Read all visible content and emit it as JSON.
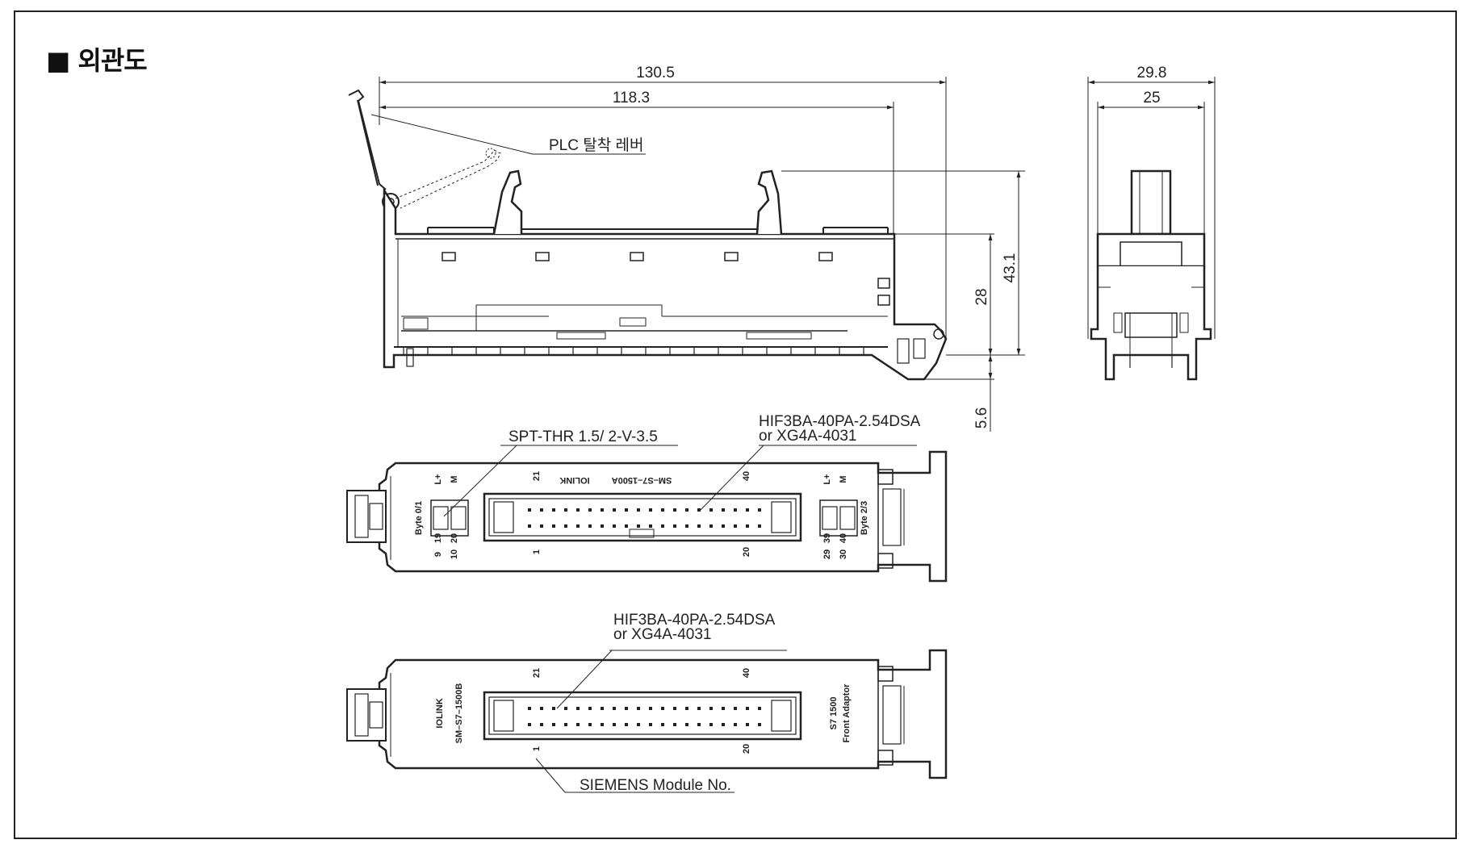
{
  "title": "■ 외관도",
  "side_view": {
    "dim_overall_length": "130.5",
    "dim_body_length": "118.3",
    "dim_height_total": "43.1",
    "dim_height_body": "28",
    "dim_bottom_offset": "5.6",
    "label_lever": "PLC 탈착 레버"
  },
  "end_view": {
    "dim_outer_width": "29.8",
    "dim_inner_width": "25"
  },
  "top_view_a": {
    "label_terminal": "SPT-THR 1.5/ 2-V-3.5",
    "label_connector_line1": "HIF3BA-40PA-2.54DSA",
    "label_connector_line2": "or XG4A-4031",
    "model": "SM–S7–1500A",
    "brand": "IOLINK",
    "byte_left": "Byte 0/1",
    "byte_right": "Byte 2/3",
    "pin_21": "21",
    "pin_40": "40",
    "pin_1": "1",
    "pin_20": "20",
    "term_lplus": "L+",
    "term_m": "M",
    "term_9": "9",
    "term_19": "19",
    "term_10": "10",
    "term_20": "20",
    "term_29": "29",
    "term_39": "39",
    "term_30": "30",
    "term_40": "40"
  },
  "top_view_b": {
    "label_connector_line1": "HIF3BA-40PA-2.54DSA",
    "label_connector_line2": "or XG4A-4031",
    "label_module_no": "SIEMENS Module No.",
    "model": "SM–S7–1500B",
    "brand": "IOLINK",
    "adaptor_line1": "S7 1500",
    "adaptor_line2": "Front Adaptor",
    "pin_21": "21",
    "pin_40": "40",
    "pin_1": "1",
    "pin_20": "20"
  }
}
